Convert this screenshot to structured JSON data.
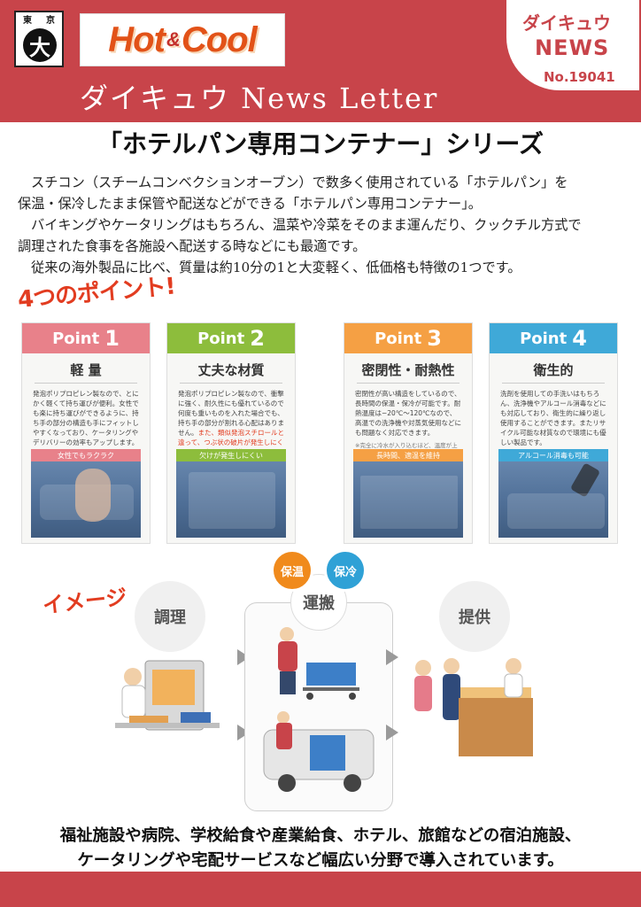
{
  "header": {
    "logo_top_left": "東",
    "logo_top_right": "京",
    "logo_mark": "大",
    "brand_hot": "Hot",
    "brand_amp": "&",
    "brand_cool": "Cool",
    "newsletter_title": "ダイキュウ News Letter",
    "news_kana": "ダイキュウ",
    "news_word": "NEWS",
    "news_no": "No.19041"
  },
  "main_title": "「ホテルパン専用コンテナー」シリーズ",
  "intro": [
    "スチコン（スチームコンベクションオーブン）で数多く使用されている「ホテルパン」を",
    "保温・保冷したまま保管や配送などができる「ホテルパン専用コンテナー」。",
    "バイキングやケータリングはもちろん、温菜や冷菜をそのまま運んだり、クックチル方式で",
    "調理された食事を各施設へ配送する時などにも最適です。",
    "従来の海外製品に比べ、質量は約10分の1と大変軽く、低価格も特徴の1つです。"
  ],
  "points_heading": "4つのポイント!",
  "points": [
    {
      "label": "Point",
      "number": "1",
      "title": "軽 量",
      "text": "発泡ポリプロピレン製なので、とにかく軽くて持ち運びが便利。女性でも楽に持ち運びができるように、持ち手の部分の構造も手にフィットしやすくなっており、ケータリングやデリバリーの効率もアップします。",
      "photo_label": "女性でもラクラク",
      "color": "#e8818a"
    },
    {
      "label": "Point",
      "number": "2",
      "title": "丈夫な材質",
      "text": "発泡ポリプロピレン製なので、衝撃に強く、耐久性にも優れているので何度も重いものを入れた場合でも、持ち手の部分が割れる心配はありません。",
      "text_highlight": "また、類似発泡スチロールと違って、つぶ状の破片が発生しにくいので、安心してご使用できます。",
      "photo_label": "欠けが発生しにくい",
      "color": "#8dbd3c"
    },
    {
      "label": "Point",
      "number": "3",
      "title": "密閉性・耐熱性",
      "text": "密閉性が高い構造をしているので、長時間の保温・保冷が可能です。耐熱温度は−20℃〜120℃なので、高温での洗浄機や対蒸気使用などにも問題なく対応できます。",
      "note": "※完全に冷水が入り込むほど、温度が上がるため、保冷目的を除く保温（保冷）を推奨します。",
      "photo_label": "長時間、適温を維持",
      "color": "#f5a044"
    },
    {
      "label": "Point",
      "number": "4",
      "title": "衛生的",
      "text": "洗剤を使用しての手洗いはもちろん、洗浄機やアルコール消毒などにも対応しており、衛生的に繰り返し使用することができます。またリサイクル可能な材質なので環境にも優しい製品です。",
      "photo_label": "アルコール消毒も可能",
      "color": "#3fa9d8"
    }
  ],
  "image_heading": "イメージ",
  "process": {
    "cook": "調理",
    "transport": "運搬",
    "serve": "提供",
    "bubble_warm": "保温",
    "bubble_cold": "保冷"
  },
  "footer": [
    "福祉施設や病院、学校給食や産業給食、ホテル、旅館などの宿泊施設、",
    "ケータリングや宅配サービスなど幅広い分野で導入されています。"
  ],
  "colors": {
    "header_red": "#c8444a",
    "accent_orange": "#e25218",
    "heading_red": "#e23c20",
    "bubble_orange": "#f08a1c",
    "bubble_blue": "#2fa1d6"
  }
}
